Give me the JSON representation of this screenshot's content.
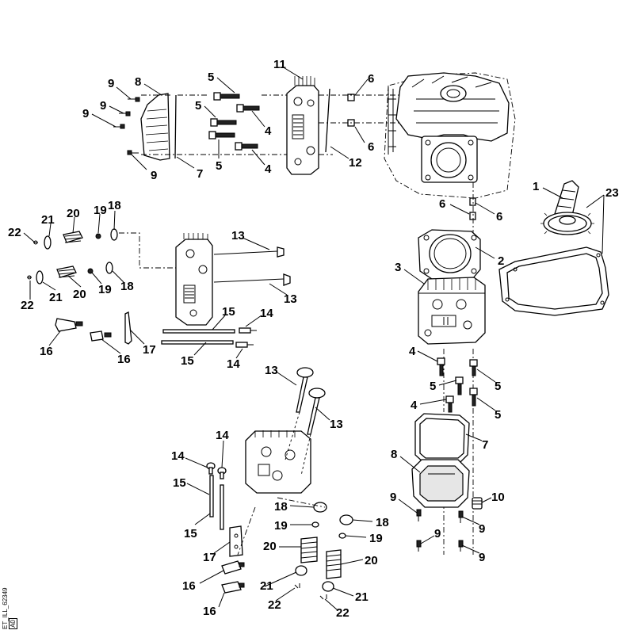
{
  "callouts": {
    "c1": "1",
    "c2": "2",
    "c3": "3",
    "c4": "4",
    "c5": "5",
    "c6": "6",
    "c7": "7",
    "c8": "8",
    "c9": "9",
    "c10": "10",
    "c11": "11",
    "c12": "12",
    "c13": "13",
    "c14": "14",
    "c15": "15",
    "c16": "16",
    "c17": "17",
    "c18": "18",
    "c19": "19",
    "c20": "20",
    "c21": "21",
    "c22": "22",
    "c23": "23"
  },
  "reference": {
    "code": "ET_ILL_62349",
    "revision": "A0"
  }
}
